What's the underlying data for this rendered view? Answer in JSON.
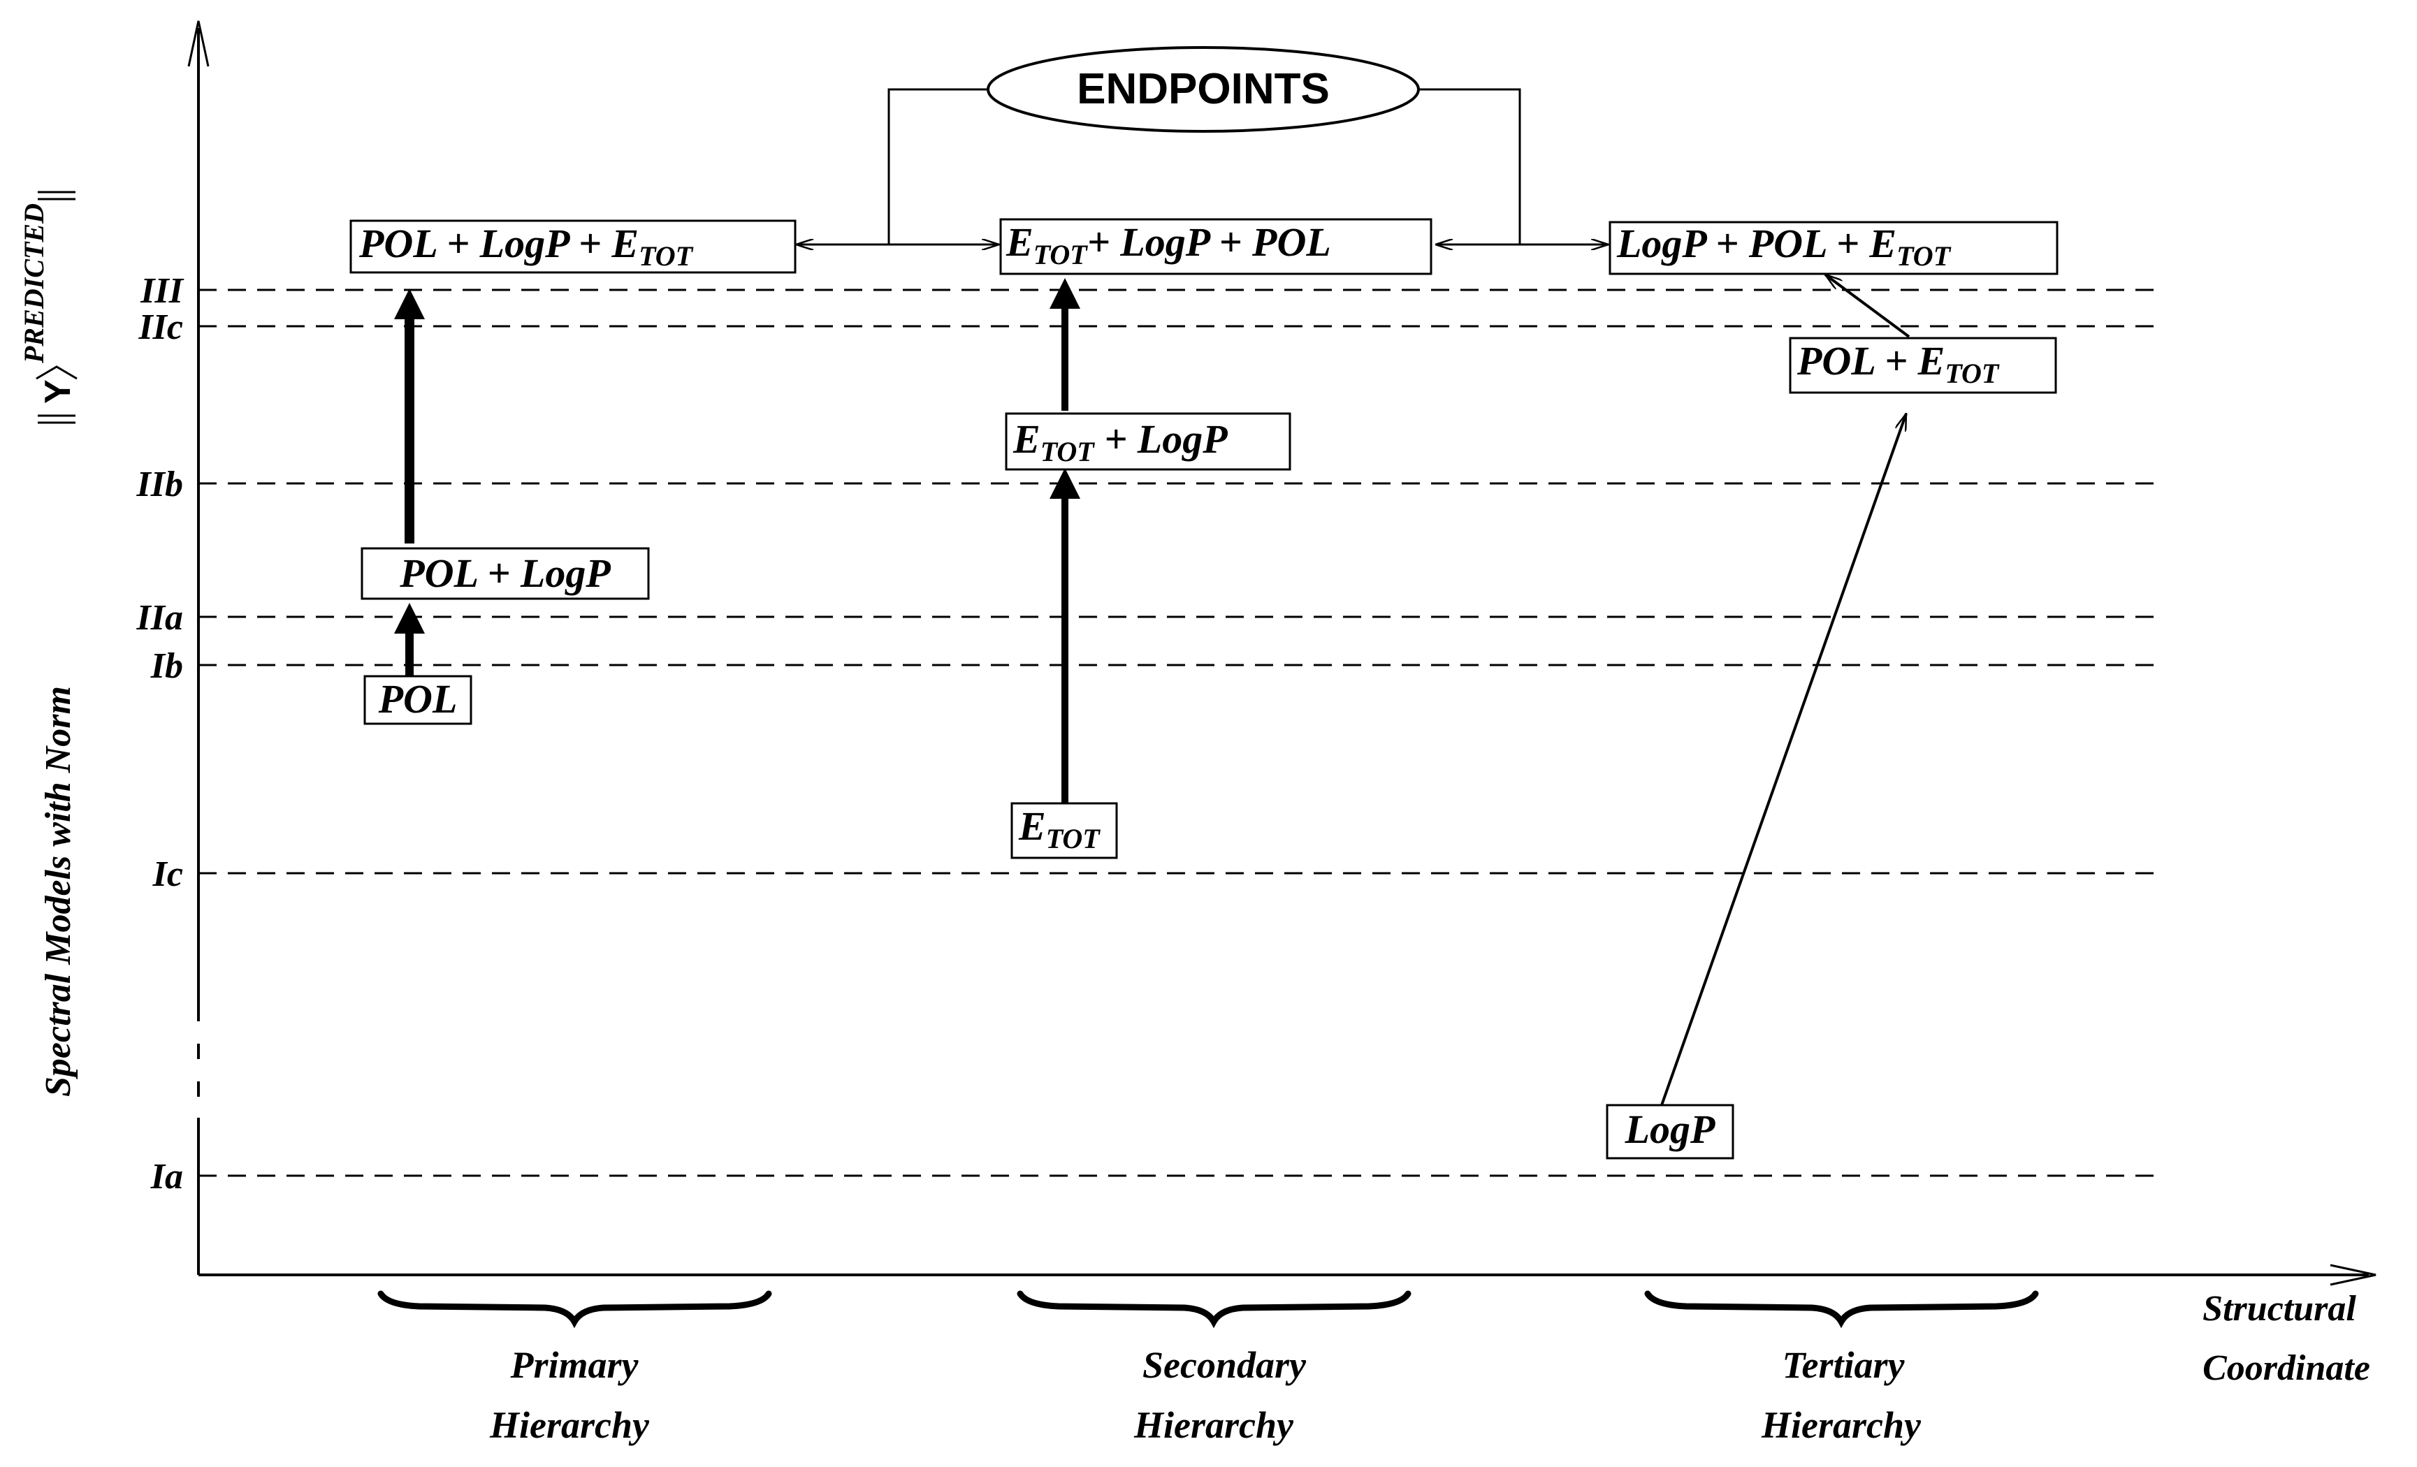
{
  "axis": {
    "y_title": "Spectral Models with Norm",
    "y_norm_symbol": "Y",
    "y_norm_superscript": "PREDICTED",
    "x_title_line1": "Structural",
    "x_title_line2": "Coordinate"
  },
  "levels": [
    {
      "id": "III",
      "label": "III"
    },
    {
      "id": "IIc",
      "label": "IIc"
    },
    {
      "id": "IIb",
      "label": "IIb"
    },
    {
      "id": "IIa",
      "label": "IIa"
    },
    {
      "id": "Ib",
      "label": "Ib"
    },
    {
      "id": "Ic",
      "label": "Ic"
    },
    {
      "id": "Ia",
      "label": "Ia"
    }
  ],
  "endpoints_label": "ENDPOINTS",
  "hierarchies": [
    {
      "line1": "Primary",
      "line2": "Hierarchy"
    },
    {
      "line1": "Secondary",
      "line2": "Hierarchy"
    },
    {
      "line1": "Tertiary",
      "line2": "Hierarchy"
    }
  ],
  "boxes": {
    "pol": {
      "text": "POL"
    },
    "pol_logp": {
      "text": "POL + LogP"
    },
    "pol_logp_etot": {
      "text": "POL + LogP + E",
      "sub": "TOT"
    },
    "etot": {
      "text": "E",
      "sub": "TOT"
    },
    "etot_logp": {
      "text": "E",
      "sub": "TOT",
      "tail": " + LogP"
    },
    "etot_logp_pol": {
      "text": "E",
      "sub": "TOT",
      "tail": "+ LogP + POL"
    },
    "logp": {
      "text": "LogP"
    },
    "pol_etot": {
      "text": "POL + E",
      "sub": "TOT"
    },
    "logp_pol_etot": {
      "text": "LogP + POL + E",
      "sub": "TOT"
    }
  }
}
